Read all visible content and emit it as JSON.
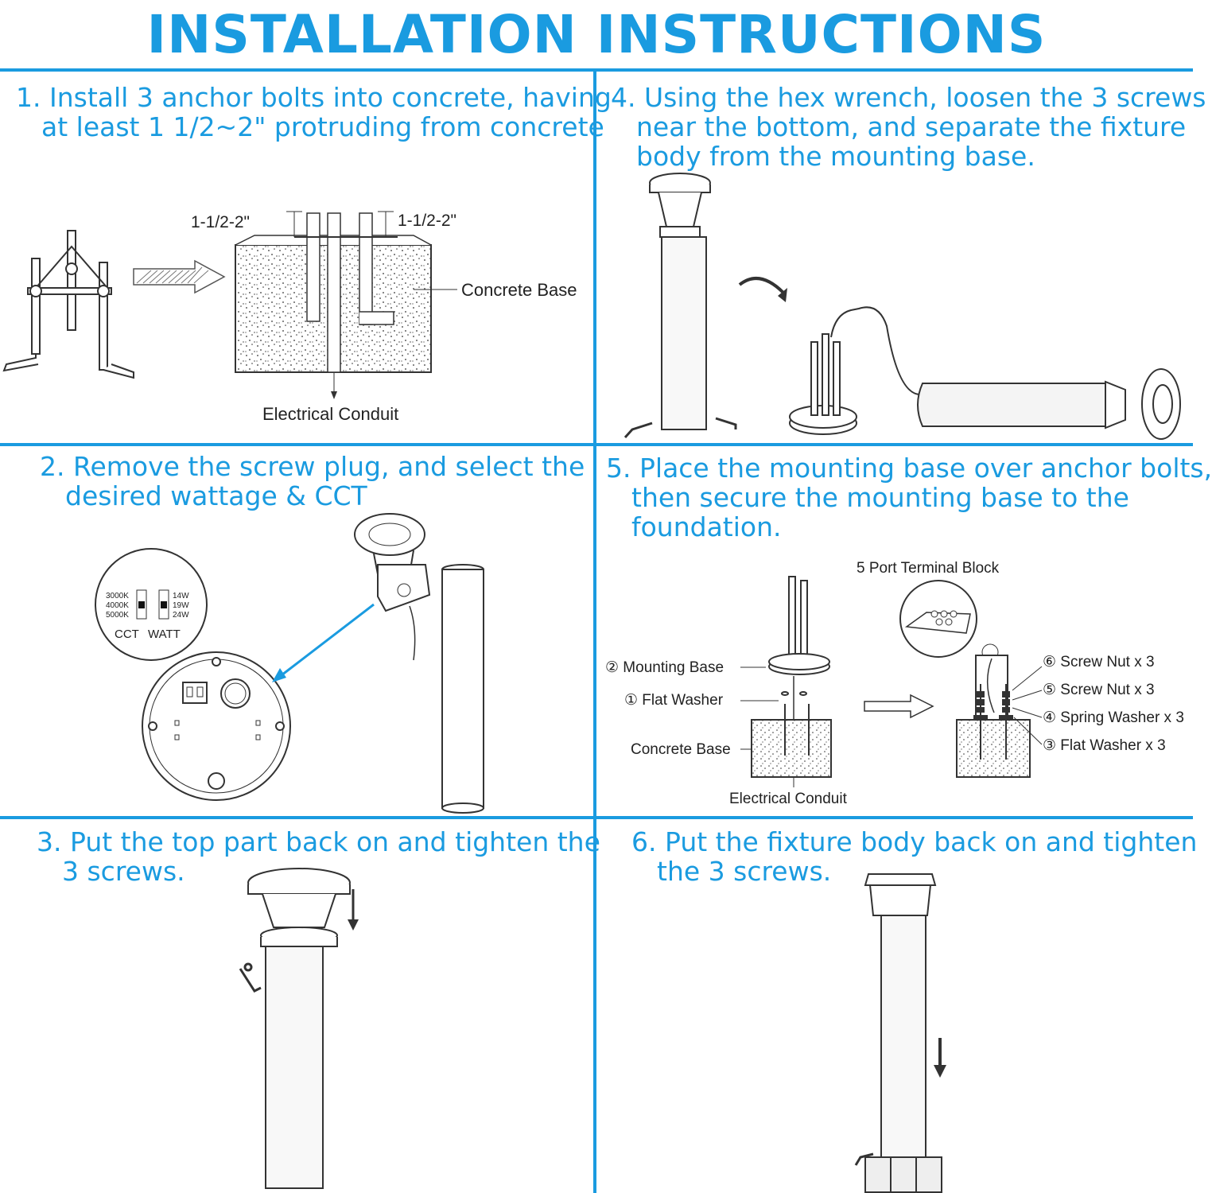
{
  "title": "INSTALLATION INSTRUCTIONS",
  "steps": [
    {
      "num": "1.",
      "lines": [
        "Install 3 anchor bolts into concrete, having",
        "at least 1 1/2~2\" protruding from concrete"
      ]
    },
    {
      "num": "2.",
      "lines": [
        "Remove the screw plug, and select the",
        "desired wattage & CCT"
      ]
    },
    {
      "num": "3.",
      "lines": [
        "Put the top part back on and tighten the",
        "3 screws."
      ]
    },
    {
      "num": "4.",
      "lines": [
        "Using the hex wrench, loosen the 3 screws",
        "near the bottom, and separate the fixture",
        "body from the mounting base."
      ]
    },
    {
      "num": "5.",
      "lines": [
        "Place the mounting base over anchor bolts,",
        "then secure the mounting base to the",
        "foundation."
      ]
    },
    {
      "num": "6.",
      "lines": [
        "Put the fixture body back on and tighten",
        "the 3 screws."
      ]
    }
  ],
  "fig1": {
    "dim_left": "1-1/2-2\"",
    "dim_right": "1-1/2-2\"",
    "concrete_base": "Concrete Base",
    "electrical_conduit": "Electrical Conduit"
  },
  "fig2": {
    "cct_options": [
      "3000K",
      "4000K",
      "5000K"
    ],
    "watt_options": [
      "14W",
      "19W",
      "24W"
    ],
    "cct_label": "CCT",
    "watt_label": "WATT"
  },
  "fig5": {
    "terminal_block": "5 Port Terminal Block",
    "mounting_base": "② Mounting Base",
    "flat_washer": "① Flat Washer",
    "concrete_base": "Concrete Base",
    "electrical_conduit": "Electrical Conduit",
    "screw_nut_6": "⑥ Screw Nut x 3",
    "screw_nut_5": "⑤ Screw Nut x 3",
    "spring_washer": "④ Spring Washer x 3",
    "flat_washer_3": "③ Flat Washer x 3"
  },
  "colors": {
    "accent": "#1a9be0",
    "line_art": "#333333"
  }
}
